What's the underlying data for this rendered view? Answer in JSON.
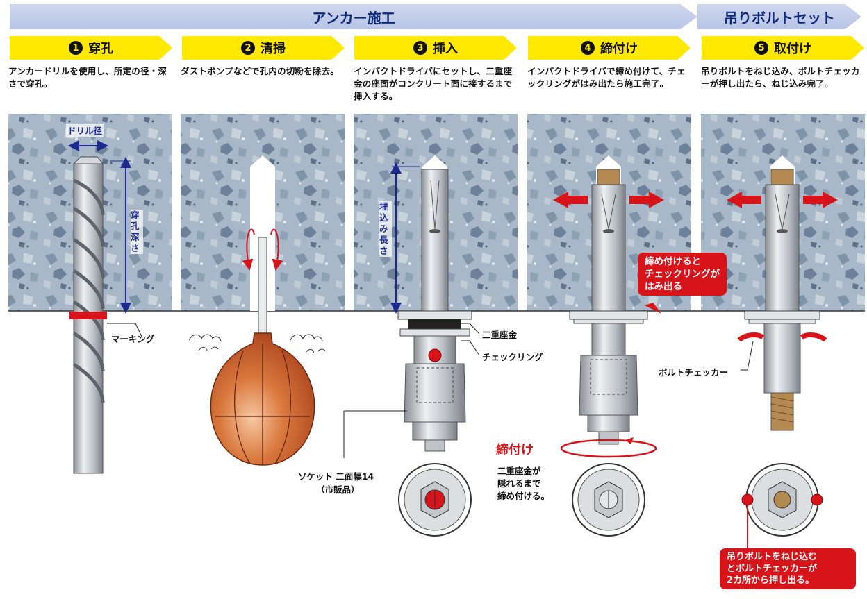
{
  "banners": {
    "main": "アンカー施工",
    "side": "吊りボルトセット"
  },
  "steps": [
    {
      "num": "1",
      "title": "穿孔",
      "desc": "アンカードリルを使用し、所定の径・深さで穿孔。"
    },
    {
      "num": "2",
      "title": "清掃",
      "desc": "ダストポンプなどで孔内の切粉を除去。"
    },
    {
      "num": "3",
      "title": "挿入",
      "desc": "インパクトドライバにセットし、二重座金の座面がコンクリート面に接するまで挿入する。"
    },
    {
      "num": "4",
      "title": "締付け",
      "desc": "インパクトドライバで締め付けて、チェックリングがはみ出たら施工完了。"
    },
    {
      "num": "5",
      "title": "取付け",
      "desc": "吊りボルトをねじ込み、ボルトチェッカーが押し出たら、ねじ込み完了。"
    }
  ],
  "labels": {
    "drill_diameter": "ドリル径",
    "drill_depth": "穿孔深さ",
    "marking": "マーキング",
    "embed_length": "埋込み長さ",
    "double_washer": "二重座金",
    "check_ring": "チェックリング",
    "socket": "ソケット 二面幅14",
    "socket_note": "（市販品）",
    "tighten_title": "締付け",
    "tighten_note_1": "二重座金が",
    "tighten_note_2": "隠れるまで",
    "tighten_note_3": "締め付ける。",
    "bolt_checker": "ボルトチェッカー",
    "callout_ring_1": "締め付けると",
    "callout_ring_2": "チェックリングが",
    "callout_ring_3": "はみ出る",
    "callout_bolt_1": "吊りボルトをねじ込む",
    "callout_bolt_2": "とボルトチェッカーが",
    "callout_bolt_3": "2カ所から押し出る。"
  },
  "colors": {
    "yellow": "#ffe900",
    "banner": "#b8c4e6",
    "red": "#d7141a",
    "navy": "#1b2a8c",
    "concrete": "#9fb0c2"
  }
}
